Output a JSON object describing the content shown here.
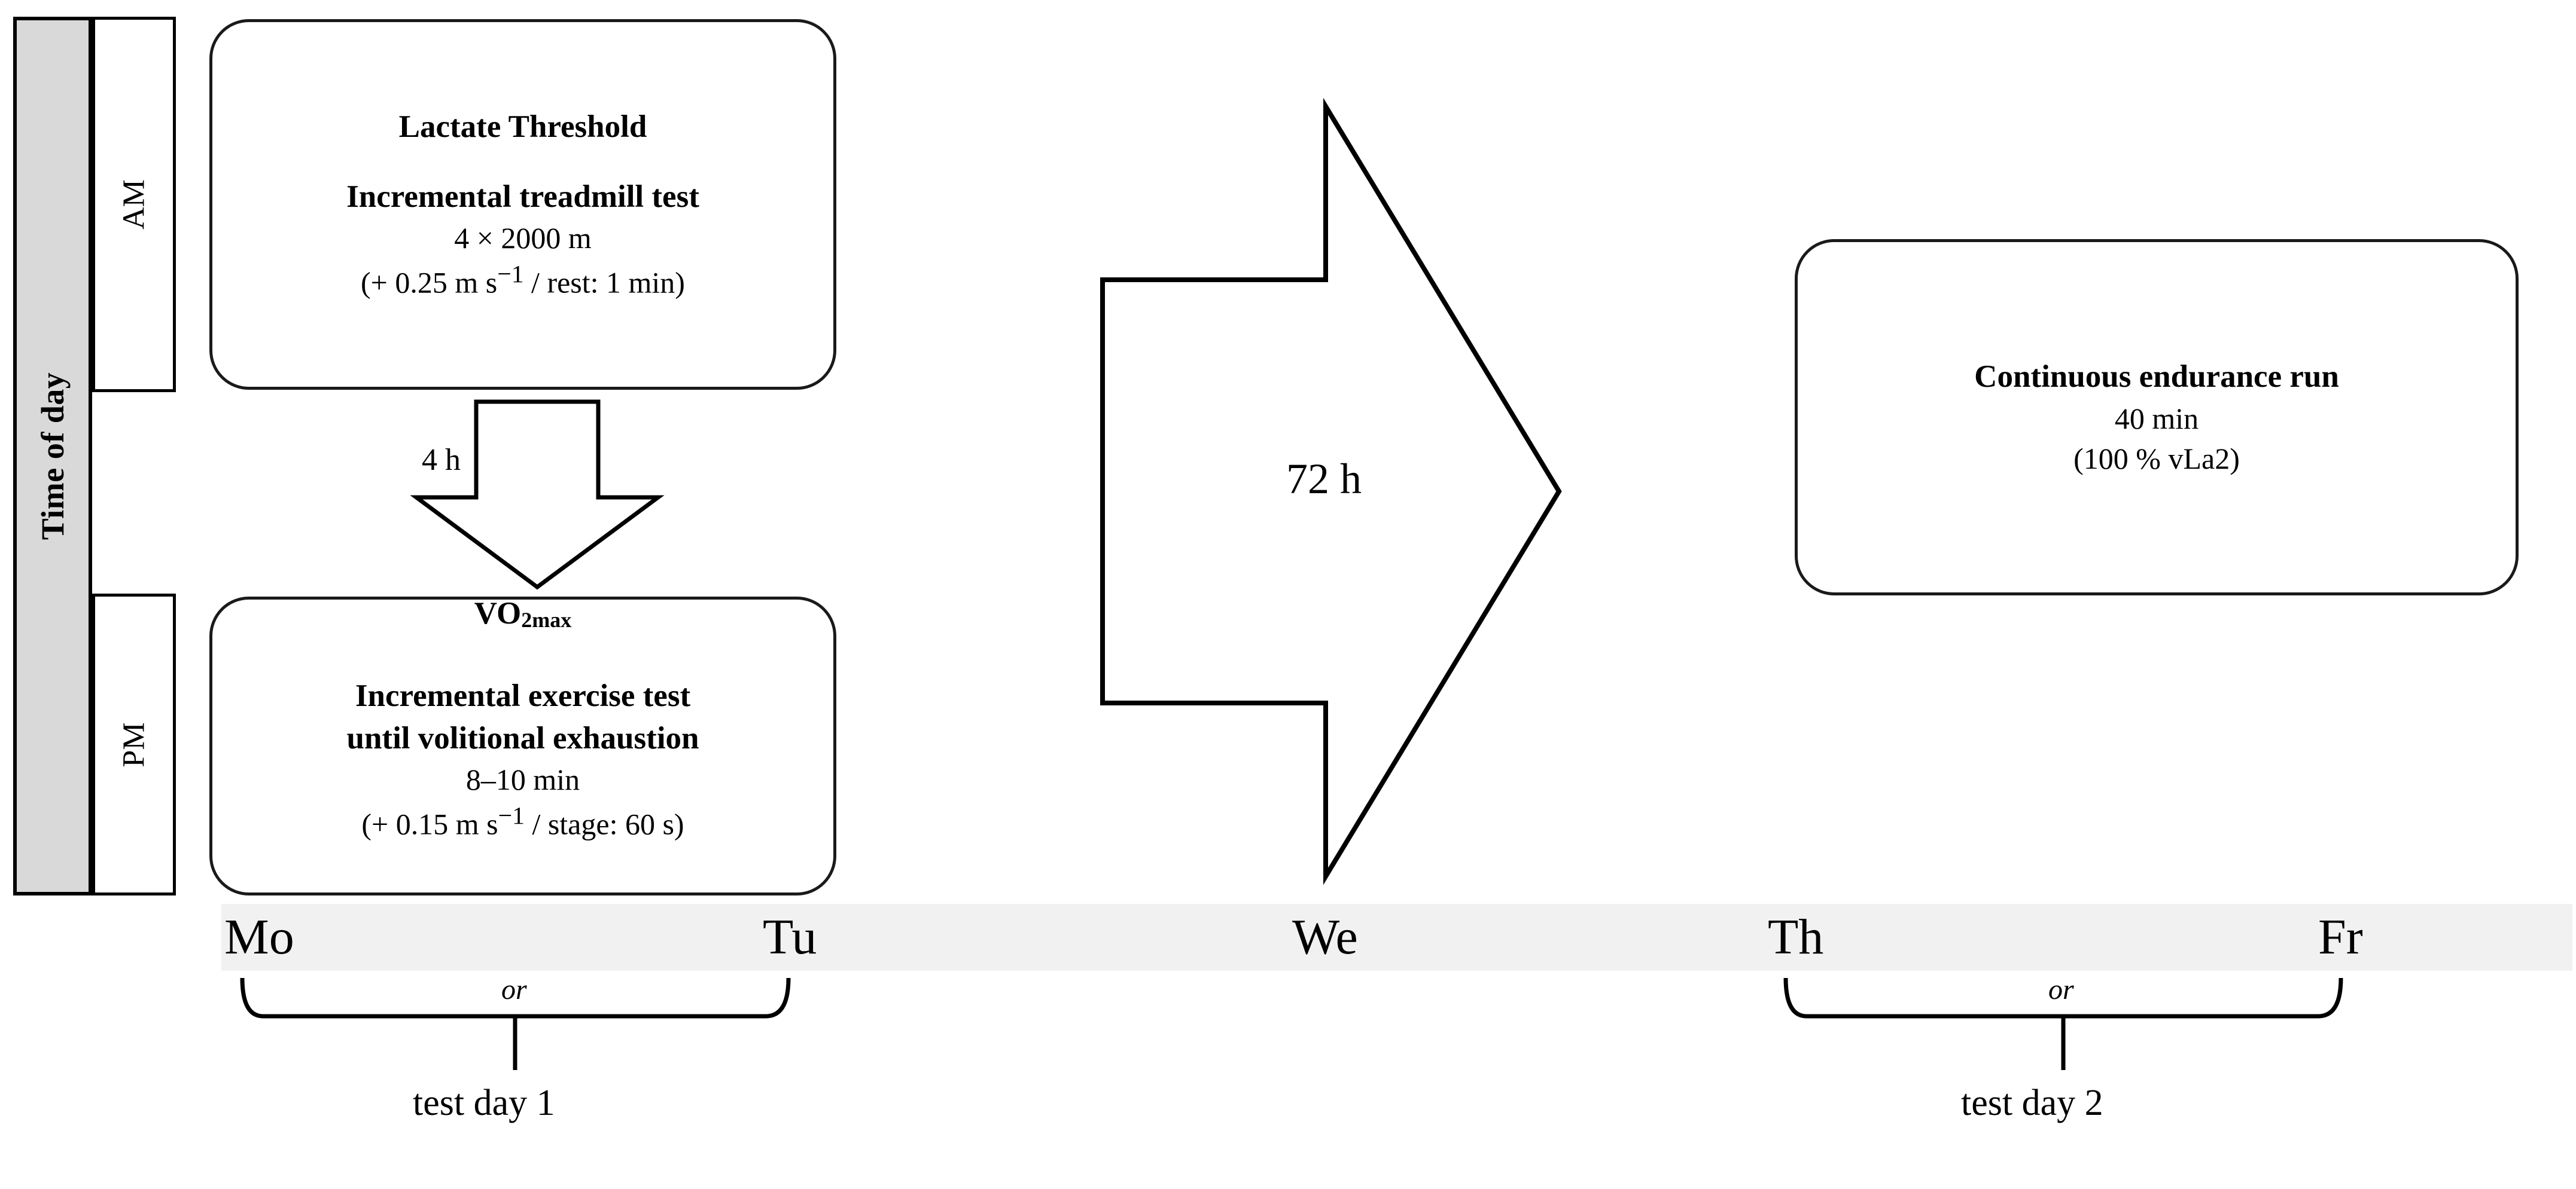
{
  "axis": {
    "time_of_day_label": "Time of day",
    "am_label": "AM",
    "pm_label": "PM"
  },
  "boxes": {
    "morning": {
      "title": "Lactate Threshold",
      "subtitle": "Incremental treadmill test",
      "detail_1": "4 × 2000 m",
      "detail_2_pre": "(+ 0.25 m s",
      "detail_2_sup": "−1",
      "detail_2_post": " / rest: 1 min)"
    },
    "afternoon": {
      "caption_main": "VO",
      "caption_sub": "2max",
      "subtitle_line_1": "Incremental exercise test",
      "subtitle_line_2": "until volitional exhaustion",
      "detail_1": "8–10 min",
      "detail_2_pre": "(+ 0.15 m s",
      "detail_2_sup": "−1",
      "detail_2_post": " / stage: 60 s)"
    },
    "endurance": {
      "title": "Continuous endurance run",
      "detail_1": "40 min",
      "detail_2": "(100 % vLa2)"
    }
  },
  "arrows": {
    "within_day_label": "4 h",
    "between_days_label": "72 h"
  },
  "timeline": {
    "days": [
      {
        "code": "Mo"
      },
      {
        "code": "Tu"
      },
      {
        "code": "We"
      },
      {
        "code": "Th"
      },
      {
        "code": "Fr"
      }
    ]
  },
  "brackets": [
    {
      "or_label": "or",
      "caption": "test day 1"
    },
    {
      "or_label": "or",
      "caption": "test day 2"
    }
  ],
  "colors": {
    "stroke": "#000000",
    "tod_fill": "#d9d9d9",
    "days_fill": "#f1f1f1",
    "box_fill": "#ffffff"
  }
}
